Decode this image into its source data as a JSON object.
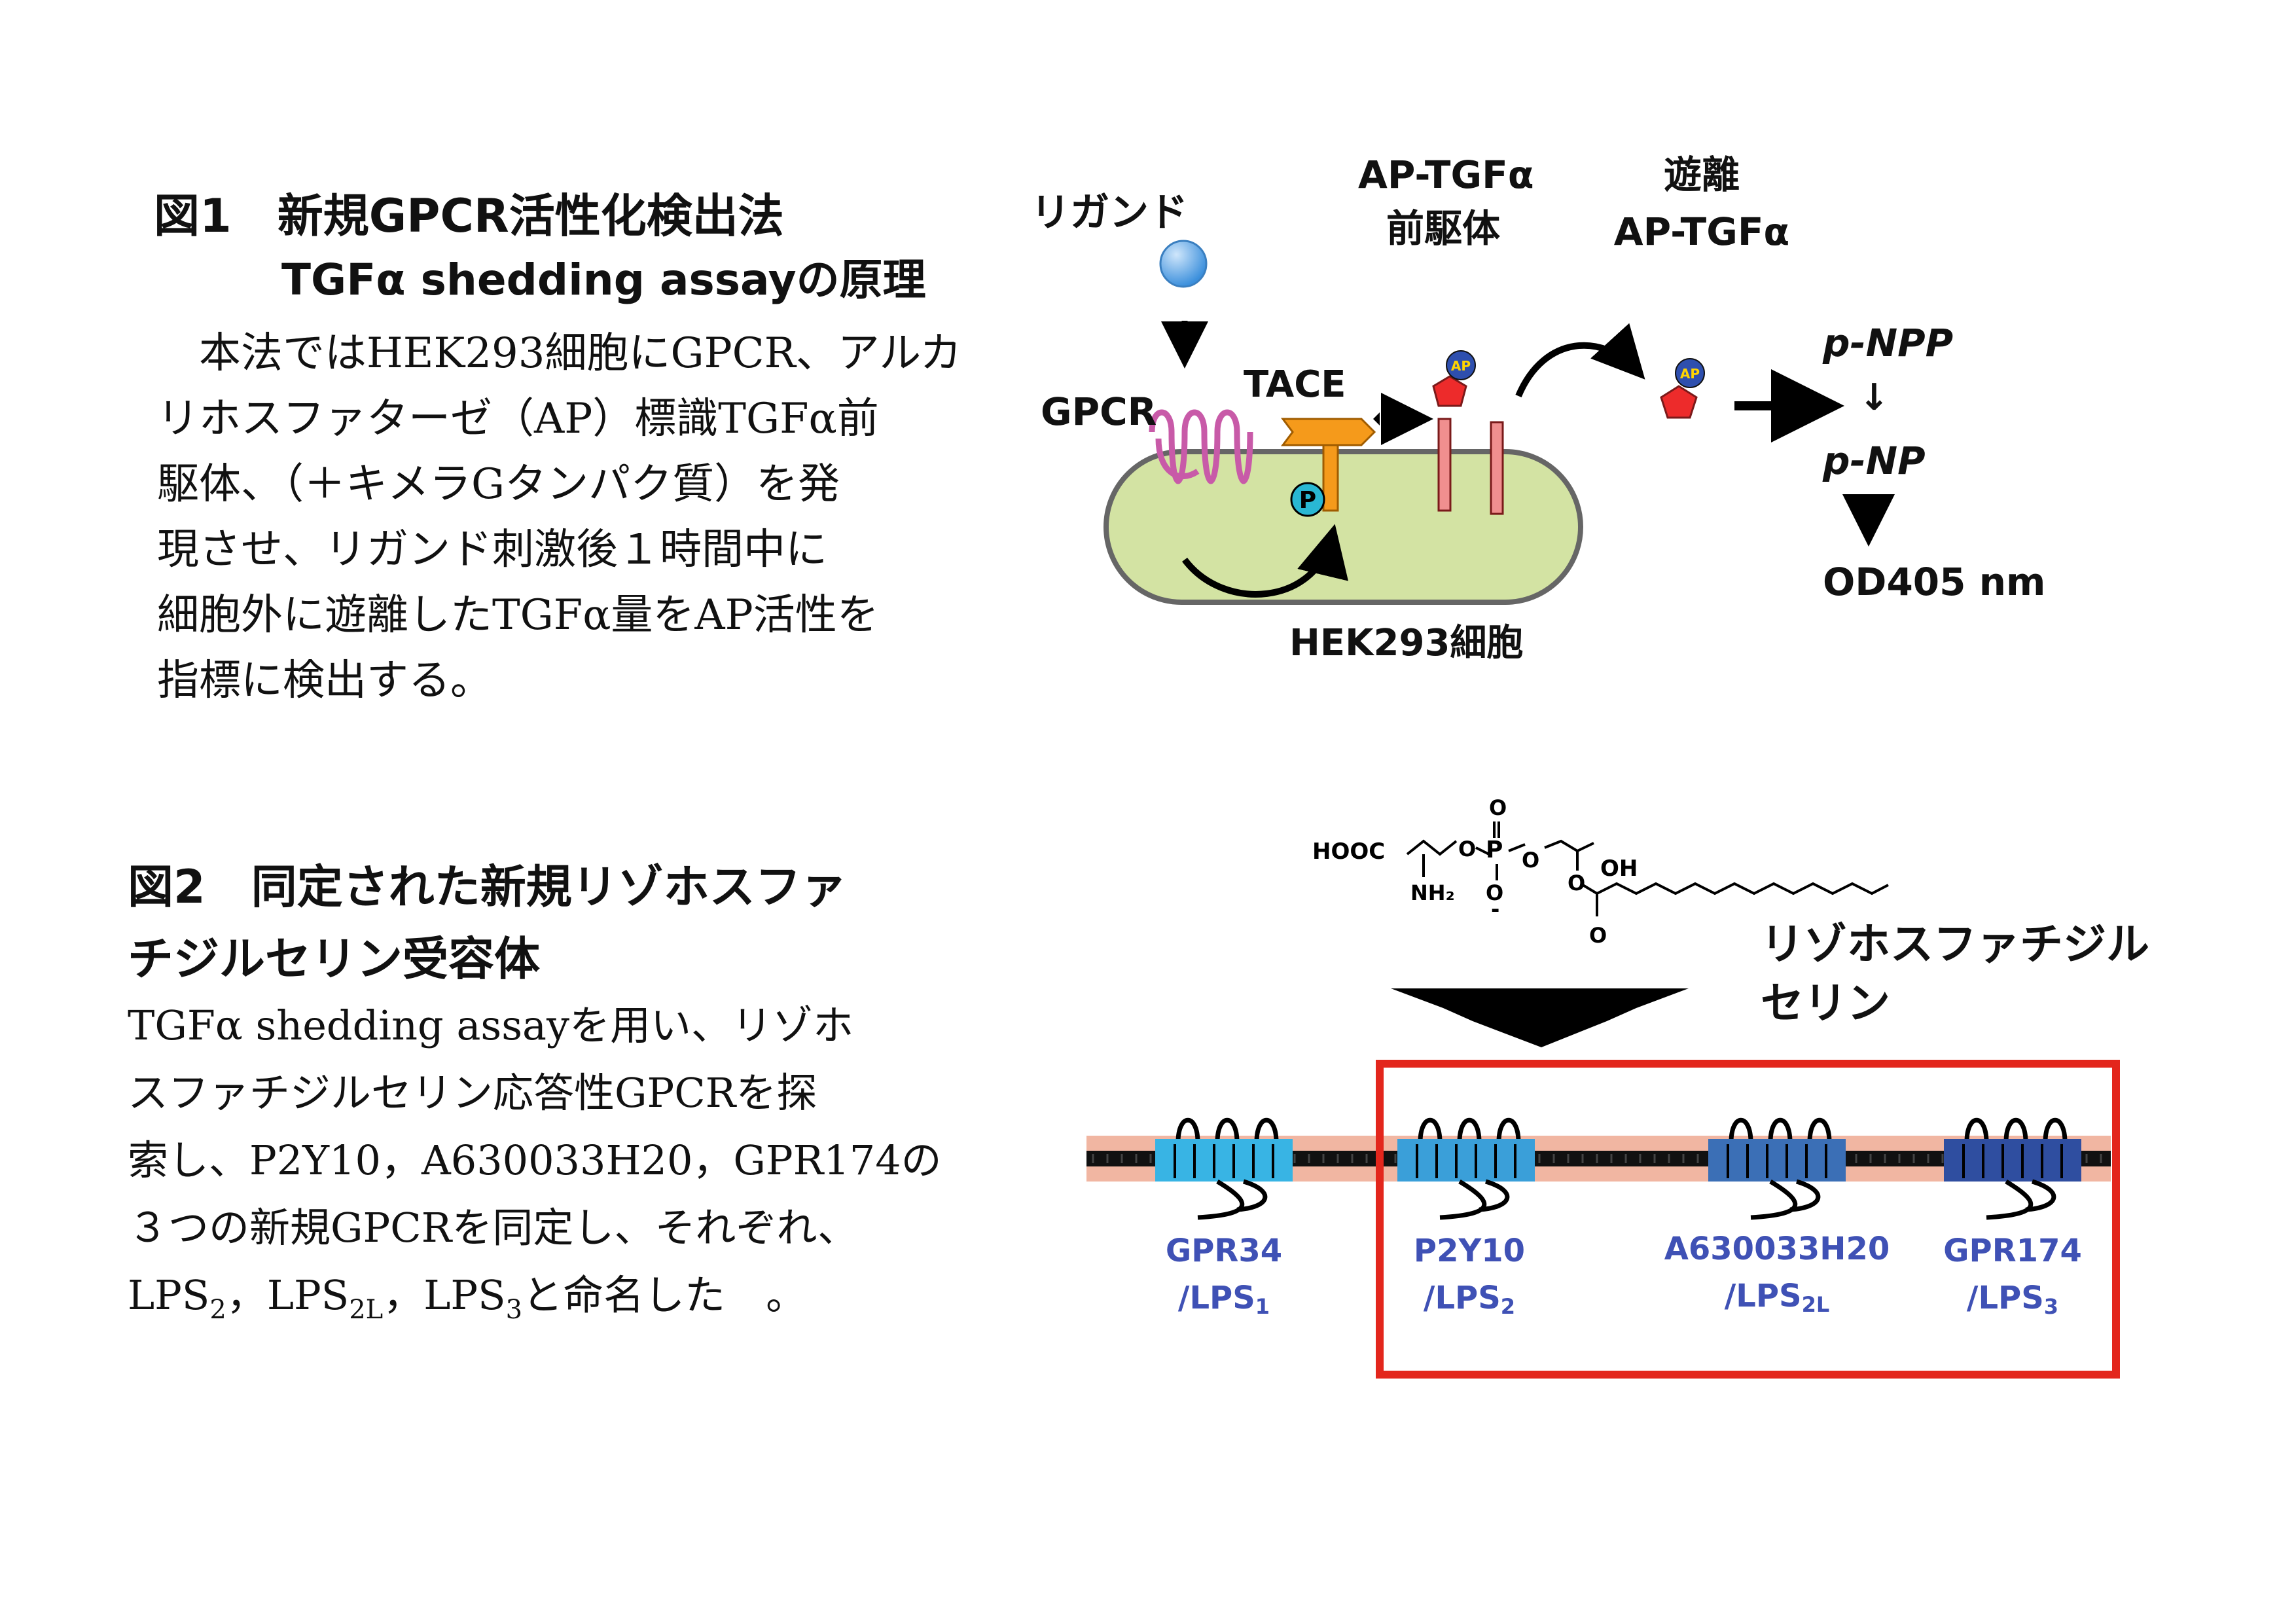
{
  "fig1": {
    "title": "図1　新規GPCR活性化検出法",
    "subtitle": "TGFα shedding assayの原理",
    "body_lines": [
      "　本法ではHEK293細胞にGPCR、アルカ",
      "リホスファターゼ（AP）標識TGFα前",
      "駆体、（＋キメラGタンパク質）を発",
      "現させ、リガンド刺激後１時間中に",
      "細胞外に遊離したTGFα量をAP活性を",
      "指標に検出する。"
    ],
    "diagram": {
      "ligand": "リガンド",
      "gpcr": "GPCR",
      "tace": "TACE",
      "p_badge": "P",
      "ap_badge": "AP",
      "precursor_line1": "AP-TGFα",
      "precursor_line2": "前駆体",
      "released_line1": "遊離",
      "released_line2": "AP-TGFα",
      "substrate": "p-NPP",
      "arrow_down_glyph": "↓",
      "product": "p-NP",
      "readout": "OD405 nm",
      "cell": "HEK293細胞"
    }
  },
  "fig2": {
    "title_line1": "図2　同定された新規リゾホスファ",
    "title_line2": "チジルセリン受容体",
    "body": {
      "line1": "TGFα shedding assayを用い、リゾホ",
      "line2": "スファチジルセリン応答性GPCRを探",
      "line3": "索し、P2Y10，A630033H20，GPR174の",
      "line4": "３つの新規GPCRを同定し、それぞれ、",
      "line5": {
        "lps": "LPS",
        "sub2": "2",
        "sep": "，",
        "sub2l": "2L",
        "sub3": "3",
        "tail": "と命名した　。"
      }
    },
    "molecule": {
      "hooc": "HOOC",
      "nh2": "NH₂",
      "oh": "OH",
      "o": "O",
      "p": "P",
      "minus": "-",
      "name_line1": "リゾホスファチジル",
      "name_line2": "セリン"
    },
    "receptors": [
      {
        "name": "GPR34",
        "alias": "/LPS",
        "sub": "1",
        "color": "#38b4e4"
      },
      {
        "name": "P2Y10",
        "alias": "/LPS",
        "sub": "2",
        "color": "#3a9fd9"
      },
      {
        "name": "A630033H20",
        "alias": "/LPS",
        "sub": "2L",
        "color": "#3b6fb6"
      },
      {
        "name": "GPR174",
        "alias": "/LPS",
        "sub": "3",
        "color": "#2f4ea0"
      }
    ],
    "highlight_color": "#e3261c"
  }
}
